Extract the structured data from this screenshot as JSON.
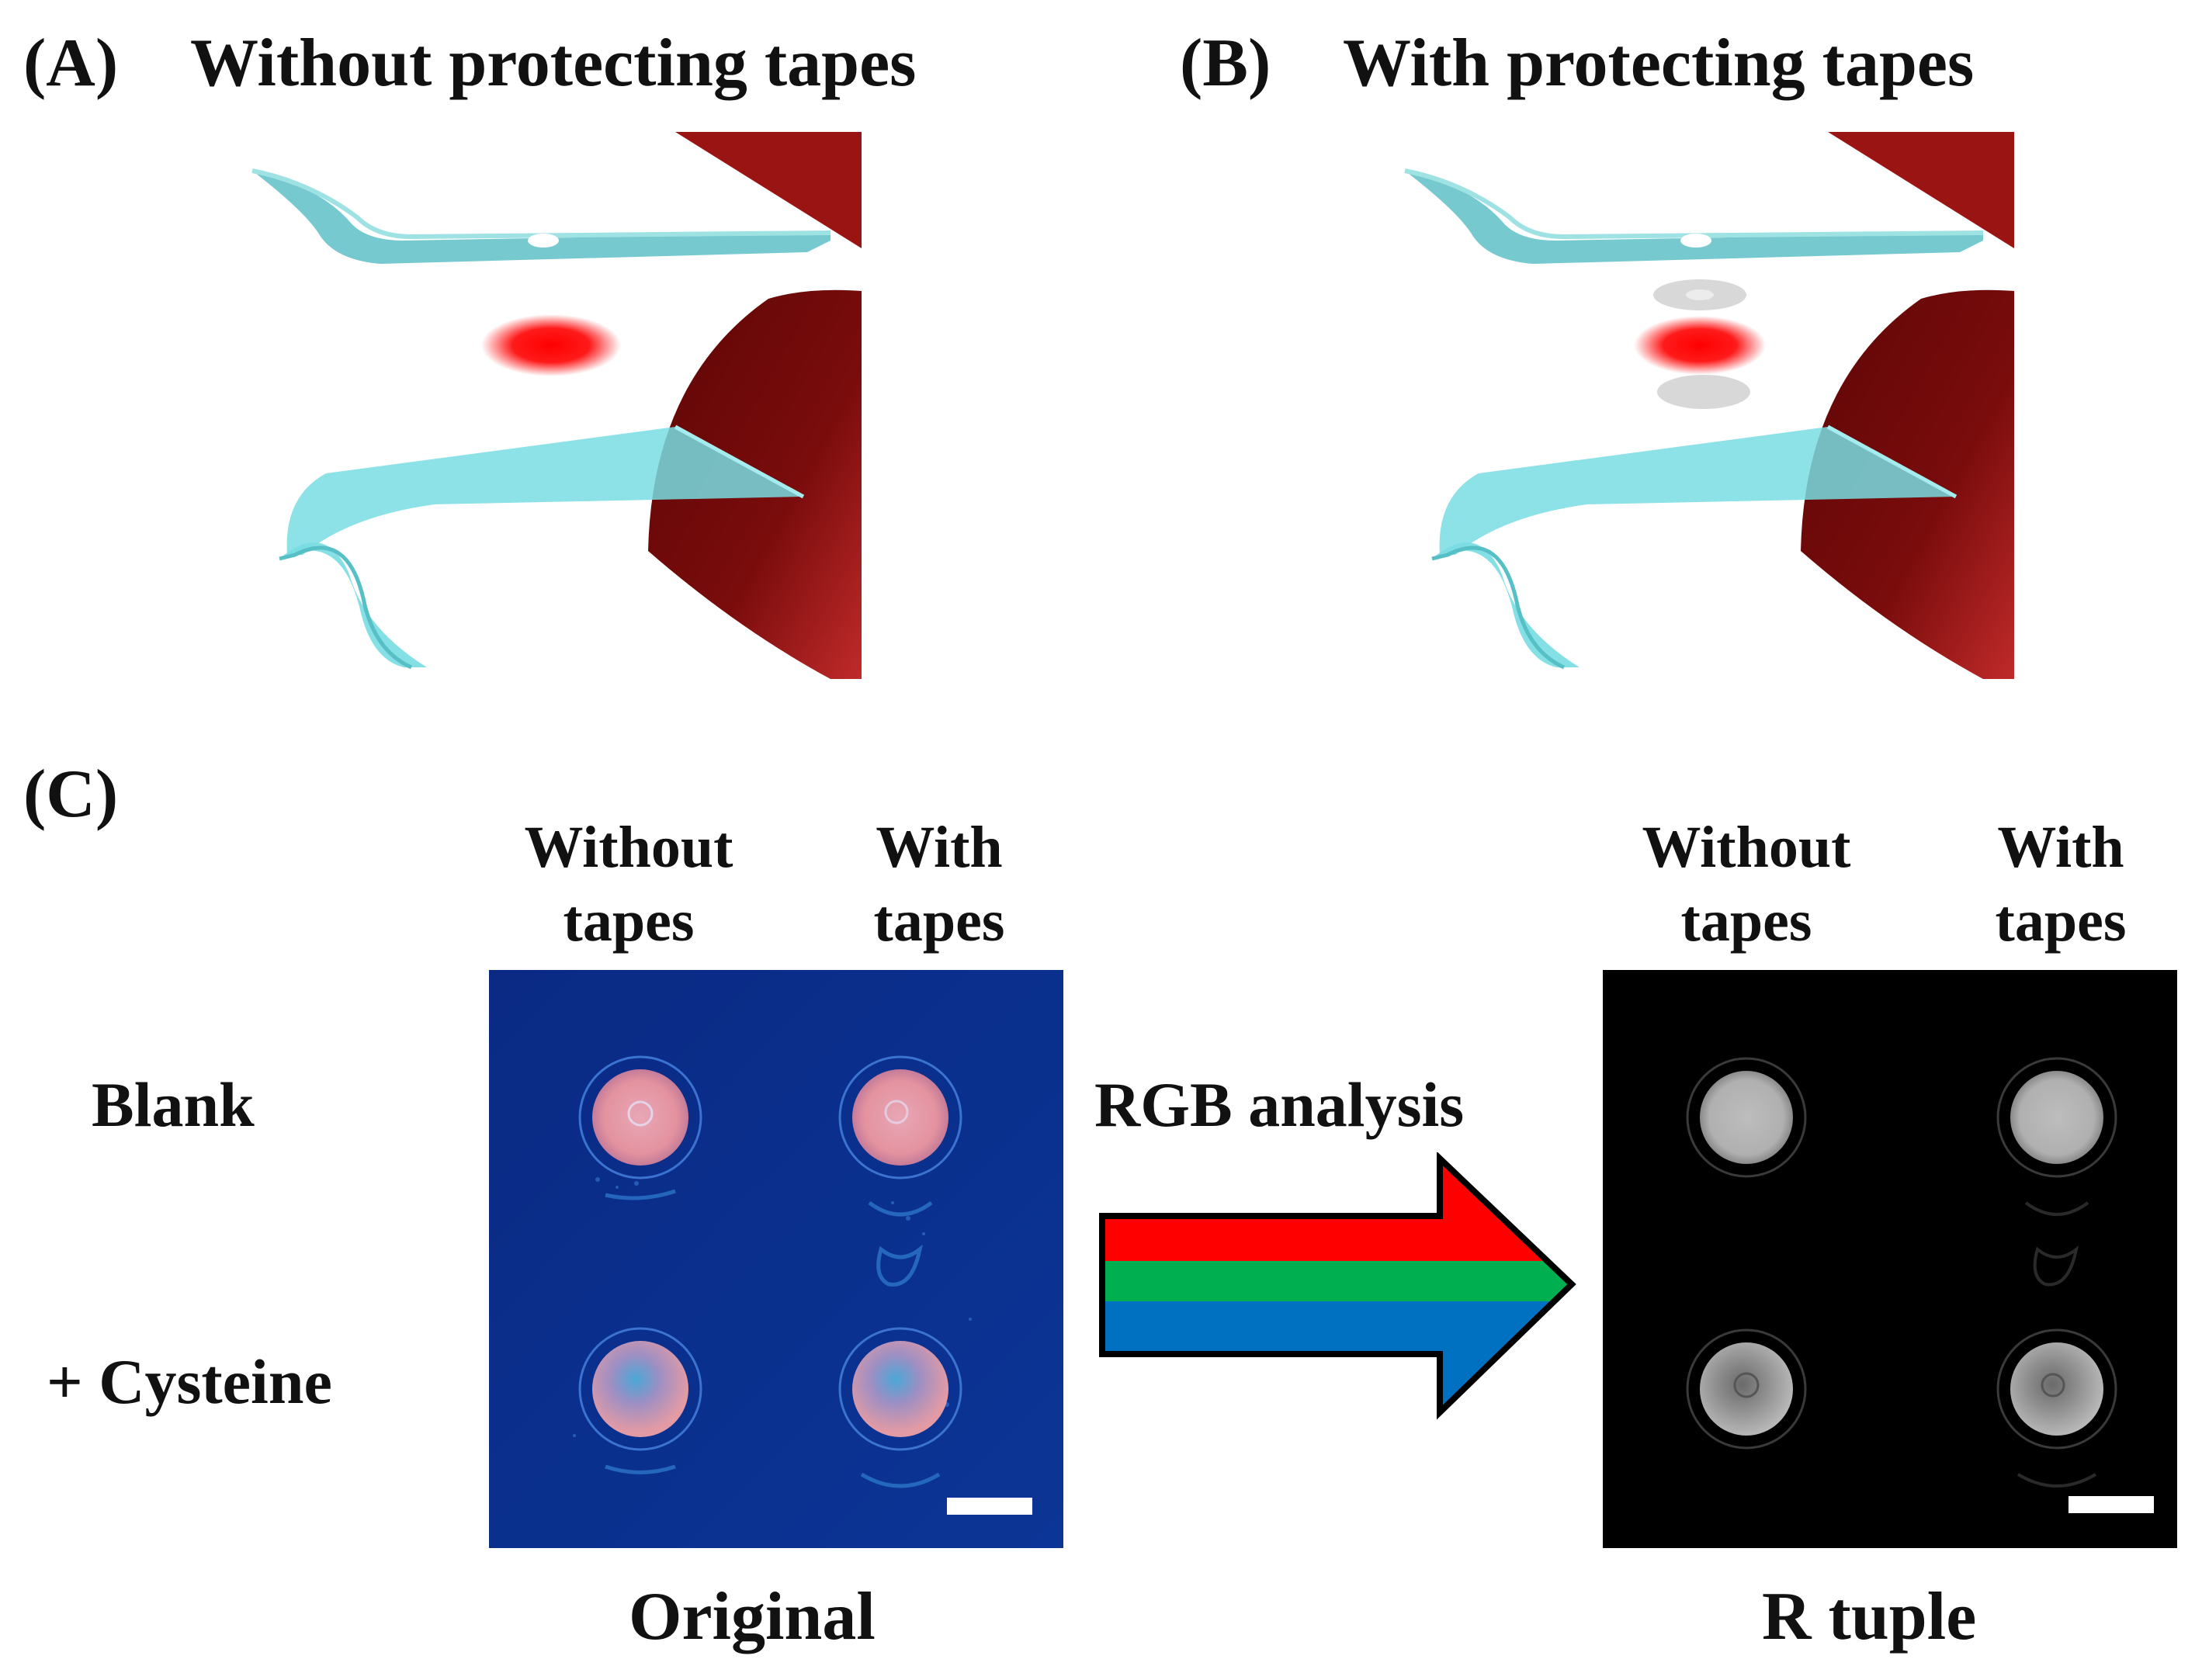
{
  "panel_a": {
    "letter": "(A)",
    "title": "Without protecting tapes"
  },
  "panel_b": {
    "letter": "(B)",
    "title": "With protecting tapes"
  },
  "panel_c": {
    "letter": "(C)",
    "original": {
      "col_headers": [
        {
          "line1": "Without",
          "line2": "tapes"
        },
        {
          "line1": "With",
          "line2": "tapes"
        }
      ],
      "caption": "Original"
    },
    "r_tuple": {
      "col_headers": [
        {
          "line1": "Without",
          "line2": "tapes"
        },
        {
          "line1": "With",
          "line2": "tapes"
        }
      ],
      "caption": "R tuple"
    },
    "row_labels": [
      "Blank",
      "+ Cysteine"
    ],
    "arrow_label": "RGB analysis",
    "arrow_colors": [
      "#ff0000",
      "#00b050",
      "#0070c0"
    ]
  },
  "colors": {
    "tape": "#7fd4d8",
    "holder": "#8e1010",
    "laser_spot": "#ff1a1a",
    "protect_tape": "#cccccc",
    "original_bg": "#0a2f8f",
    "spot_pink": "#e79aa6",
    "r_bg": "#000000"
  }
}
